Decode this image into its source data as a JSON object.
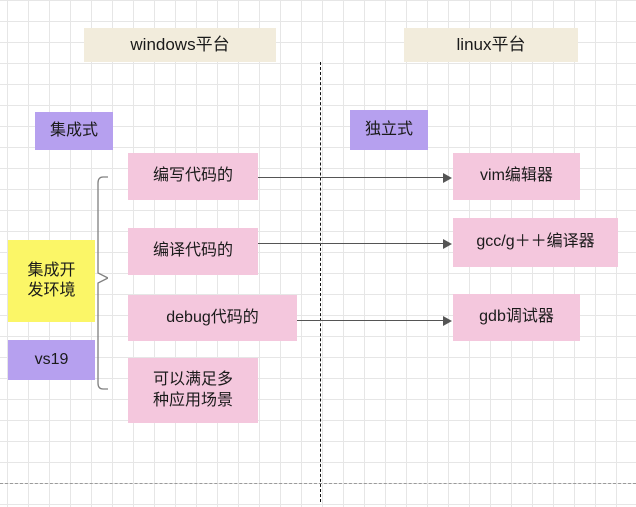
{
  "diagram": {
    "title_windows": "windows平台",
    "title_linux": "linux平台",
    "colors": {
      "header_bg": "#f2ecdc",
      "purple_bg": "#b6a0ef",
      "pink_bg": "#f4c7dd",
      "yellow_bg": "#fbf667",
      "grid_line": "#e6e6e6",
      "arrow": "#555555",
      "divider": "#111111",
      "text": "#1a1a1a"
    },
    "headers": [
      {
        "label": "windows平台"
      },
      {
        "label": "linux平台"
      }
    ],
    "left": {
      "category_label": "集成式",
      "group_label": "集成开\n发环境",
      "example_label": "vs19",
      "features": [
        {
          "label": "编写代码的"
        },
        {
          "label": "编译代码的"
        },
        {
          "label": "debug代码的"
        },
        {
          "label": "可以满足多\n种应用场景"
        }
      ]
    },
    "right": {
      "category_label": "独立式",
      "tools": [
        {
          "label": "vim编辑器"
        },
        {
          "label": "gcc/g＋＋编译器"
        },
        {
          "label": "gdb调试器"
        }
      ]
    },
    "mappings": [
      {
        "from": "编写代码的",
        "to": "vim编辑器"
      },
      {
        "from": "编译代码的",
        "to": "gcc/g＋＋编译器"
      },
      {
        "from": "debug代码的",
        "to": "gdb调试器"
      }
    ]
  }
}
